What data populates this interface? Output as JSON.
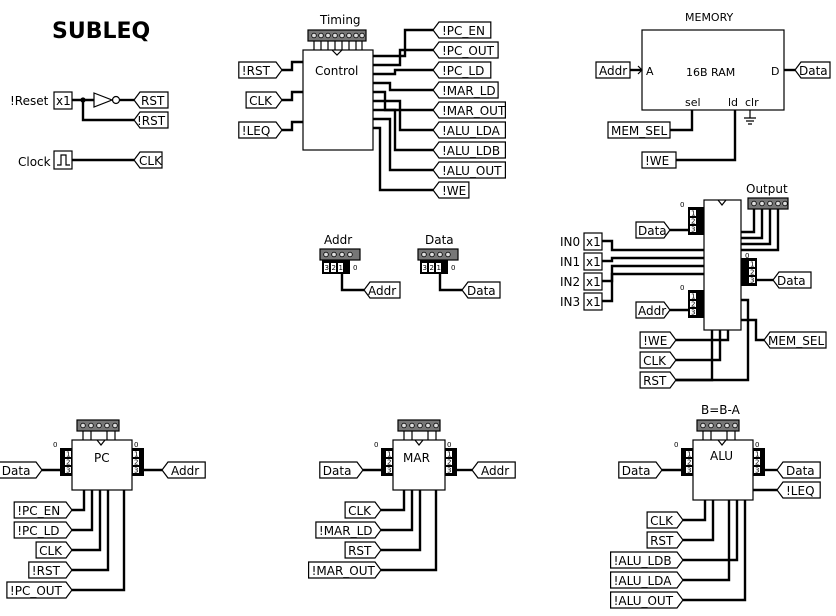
{
  "title": "SUBLEQ",
  "reset_section": {
    "reset_label": "!Reset",
    "reset_pin": "x1",
    "rst_tag": "RST",
    "nrst_tag": "!RST",
    "clock_label": "Clock",
    "clk_tag": "CLK"
  },
  "control": {
    "timing_label": "Timing",
    "block_label": "Control",
    "inputs": [
      "!RST",
      "CLK",
      "!LEQ"
    ],
    "outputs": [
      "!PC_EN",
      "!PC_OUT",
      "!PC_LD",
      "!MAR_LD",
      "!MAR_OUT",
      "!ALU_LDA",
      "!ALU_LDB",
      "!ALU_OUT",
      "!WE"
    ]
  },
  "memory": {
    "title": "MEMORY",
    "block_label": "16B RAM",
    "port_a": "A",
    "port_d": "D",
    "pin_sel": "sel",
    "pin_ld": "ld",
    "pin_clr": "clr",
    "addr_tag": "Addr",
    "data_tag": "Data",
    "mem_sel_tag": "MEM_SEL",
    "we_tag": "!WE"
  },
  "probes": {
    "addr_label": "Addr",
    "addr_tag": "Addr",
    "data_label": "Data",
    "data_tag": "Data"
  },
  "io": {
    "output_label": "Output",
    "data_in_tag": "Data",
    "inputs": [
      "IN0",
      "IN1",
      "IN2",
      "IN3"
    ],
    "input_pin": "x1",
    "data_out_tag": "Data",
    "addr_tag": "Addr",
    "mem_sel_tag": "MEM_SEL",
    "bottom_tags": [
      "!WE",
      "CLK",
      "RST"
    ]
  },
  "pc": {
    "block_label": "PC",
    "data_tag": "Data",
    "addr_tag": "Addr",
    "bottom_tags": [
      "!PC_EN",
      "!PC_LD",
      "CLK",
      "!RST",
      "!PC_OUT"
    ]
  },
  "mar": {
    "block_label": "MAR",
    "data_tag": "Data",
    "addr_tag": "Addr",
    "bottom_tags": [
      "CLK",
      "!MAR_LD",
      "RST",
      "!MAR_OUT"
    ]
  },
  "alu": {
    "top_label": "B=B-A",
    "block_label": "ALU",
    "data_in_tag": "Data",
    "data_out_tag": "Data",
    "leq_tag": "!LEQ",
    "bottom_tags": [
      "CLK",
      "RST",
      "!ALU_LDB",
      "!ALU_LDA",
      "!ALU_OUT"
    ]
  },
  "pin_numbers": [
    "0",
    "1",
    "2",
    "3"
  ]
}
